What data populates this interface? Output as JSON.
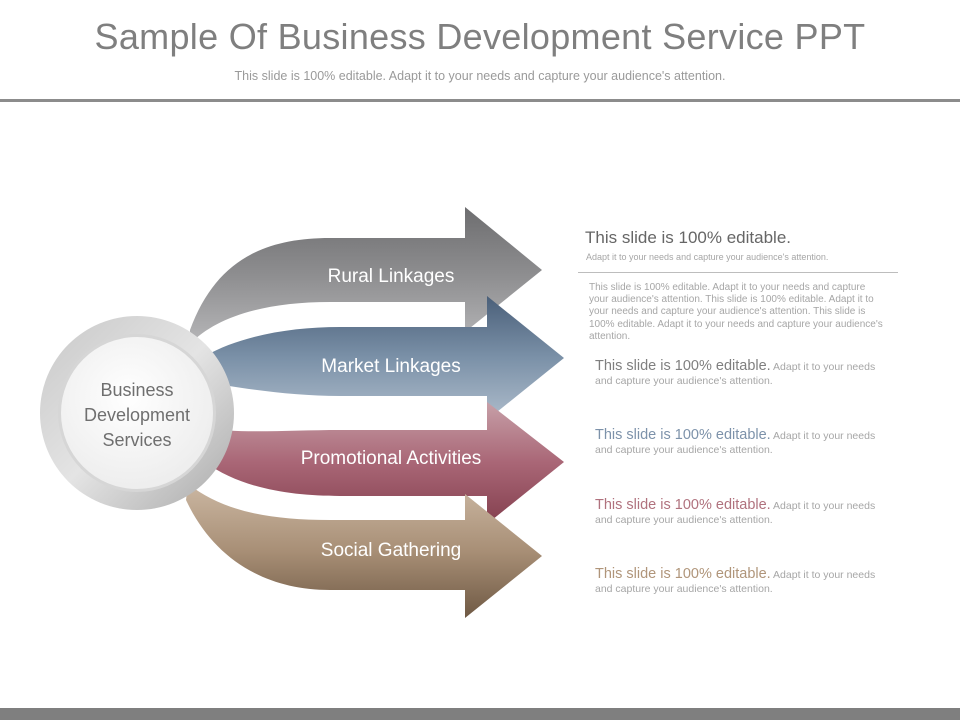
{
  "header": {
    "title": "Sample Of Business Development Service PPT",
    "subtitle": "This slide is 100% editable. Adapt it to your needs and capture your audience's attention."
  },
  "diagram": {
    "hub": {
      "label": "Business Development Services",
      "lines": [
        "Business",
        "Development",
        "Services"
      ]
    },
    "arrows": [
      {
        "label": "Rural Linkages",
        "color": "#7a7a7c"
      },
      {
        "label": "Market Linkages",
        "color": "#6b8199"
      },
      {
        "label": "Promotional Activities",
        "color": "#a96676"
      },
      {
        "label": "Social Gathering",
        "color": "#9a8269"
      }
    ]
  },
  "panel": {
    "title": "This slide is 100% editable.",
    "subtitle": "Adapt it to your needs and capture your audience's attention.",
    "paragraph": "This slide is 100% editable. Adapt it to your needs and capture your audience's attention. This slide is 100% editable. Adapt it to your needs and capture your audience's attention. This slide is 100% editable. Adapt it to your needs and capture your audience's attention."
  },
  "items": [
    {
      "lead": "This slide is 100% editable.",
      "text": " Adapt it to your needs and capture your audience's attention.",
      "color": "#7f7f7f"
    },
    {
      "lead": "This slide is 100% editable.",
      "text": " Adapt it to your needs and capture your audience's attention.",
      "color": "#7d92aa"
    },
    {
      "lead": "This slide is 100% editable.",
      "text": " Adapt it to your needs and capture your audience's attention.",
      "color": "#b0727e"
    },
    {
      "lead": "This slide is 100% editable.",
      "text": " Adapt it to your needs and capture your audience's attention.",
      "color": "#b0957a"
    }
  ]
}
